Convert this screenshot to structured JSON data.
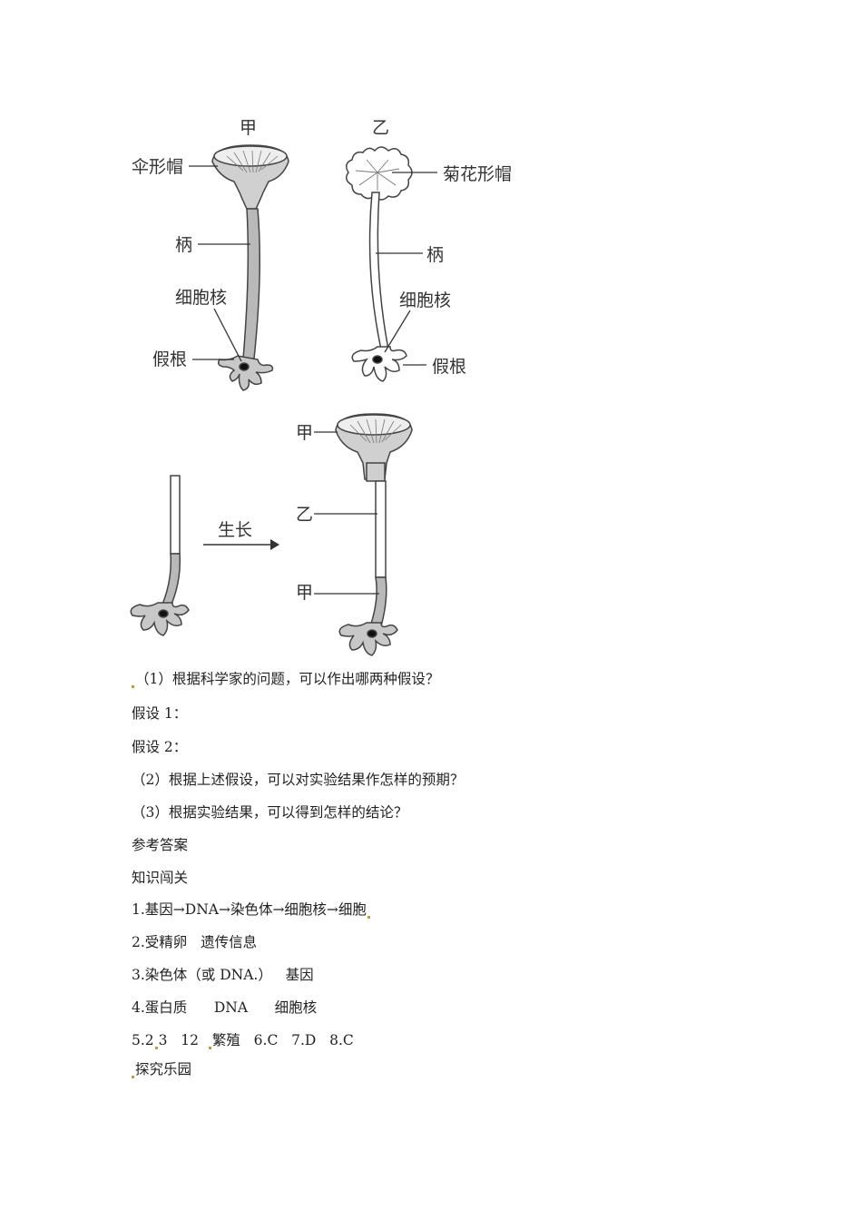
{
  "figure": {
    "top": {
      "left_title": "甲",
      "right_title": "乙",
      "umbrella_cap": "伞形帽",
      "chrysanthemum_cap": "菊花形帽",
      "stalk_left": "柄",
      "stalk_right": "柄",
      "nucleus_left": "细胞核",
      "nucleus_right": "细胞核",
      "rhizoid_left": "假根",
      "rhizoid_right": "假根"
    },
    "bottom": {
      "arrow_label": "生长",
      "cap_label": "甲",
      "middle_label": "乙",
      "base_label": "甲"
    }
  },
  "text": {
    "q1": "（1）根据科学家的问题，可以作出哪两种假设？",
    "h1": "假设 1：",
    "h2": "假设 2：",
    "q2": "（2）根据上述假设，可以对实验结果作怎样的预期？",
    "q3": "（3）根据实验结果，可以得到怎样的结论？",
    "answers_title": "参考答案",
    "section1": "知识闯关",
    "a1": "1.基因→DNA→染色体→细胞核→细胞",
    "a2": "2.受精卵   遗传信息",
    "a3": "3.染色体（或 DNA.）   基因",
    "a4": "4.蛋白质      DNA      细胞核",
    "a5_part1": "5.2",
    "a5_part2": "3   12  ",
    "a5_part3": "繁殖   6.C   7.D   8.C",
    "section2": "探究乐园"
  },
  "colors": {
    "stalk_fill": "#b9b9b9",
    "outline": "#444444",
    "text": "#222222",
    "marker": "#b8a03a"
  }
}
